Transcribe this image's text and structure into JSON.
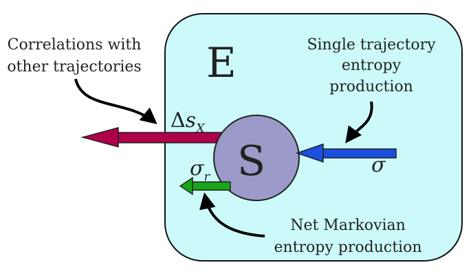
{
  "environment": {
    "letter": "E",
    "fill": "#ccfafa"
  },
  "system": {
    "letter": "S",
    "fill": "#9b9ac8"
  },
  "labels": {
    "correlations_line1": "Correlations with",
    "correlations_line2": "other trajectories",
    "single_line1": "Single trajectory",
    "single_line2": "entropy",
    "single_line3": "production",
    "markovian_line1": "Net Markovian",
    "markovian_line2": "entropy production"
  },
  "symbols": {
    "delta_s": "Δ",
    "delta_s_var": "s",
    "delta_s_sub": "X",
    "sigma": "σ",
    "sigma_r": "σ",
    "sigma_r_sub": "r"
  },
  "arrows": {
    "correlations_color": "#b0004a",
    "single_color": "#1a4fe0",
    "markovian_color": "#19a519",
    "pointer_color": "#000000"
  }
}
